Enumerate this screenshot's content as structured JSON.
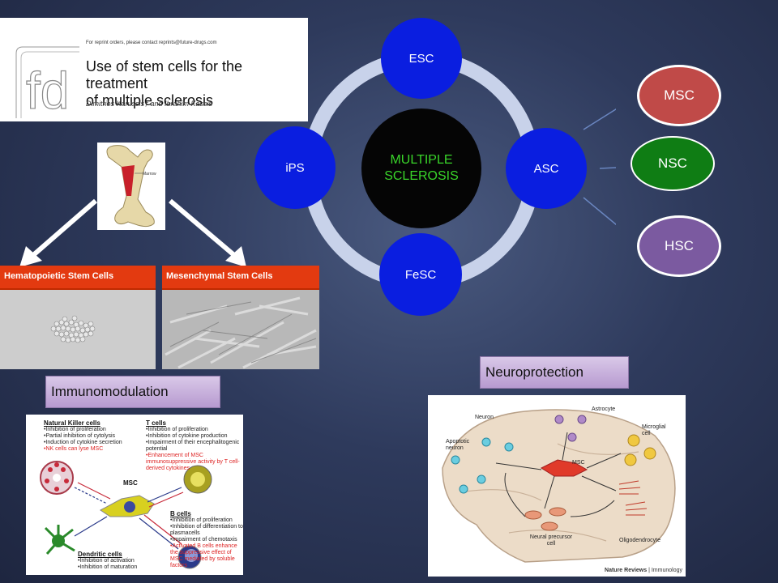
{
  "paper": {
    "reprint": "For reprint orders, please contact reprints@future-drugs.com",
    "title_line1": "Use of stem cells for the treatment",
    "title_line2": "of multiple sclerosis",
    "authors": "Dimitrios Karussis† and Ibrahim Kassis",
    "logo_text": "fd"
  },
  "bone": {
    "label": "Marrow"
  },
  "cells": {
    "hsc_label": "Hematopoietic Stem Cells",
    "msc_label": "Mesenchymal Stem Cells"
  },
  "cycle": {
    "center": "MULTIPLE SCLEROSIS",
    "top": "ESC",
    "right": "ASC",
    "bottom": "FeSC",
    "left": "iPS"
  },
  "branches": {
    "msc": "MSC",
    "nsc": "NSC",
    "hsc": "HSC"
  },
  "immuno": {
    "title": "Immunomodulation",
    "nk_title": "Natural Killer cells",
    "nk_items": [
      "•Inhibition of proliferation",
      "•Partial inhibition of cytolysis",
      "•Induction of cytokine secretion"
    ],
    "nk_red": "•NK cells can lyse MSC",
    "t_title": "T cells",
    "t_items": [
      "•Inhibition of proliferation",
      "•Inhibition of cytokine production",
      "•Impairment of their encephalitogenic potential"
    ],
    "t_red": "•Enhancement of MSC immunosuppressive activity by T cell-derived cytokines",
    "msc": "MSC",
    "b_title": "B cells",
    "b_items": [
      "•Inhibition of proliferation",
      "•Inhibition of differentiation to plasmacells",
      "•Impairment of chemotaxis"
    ],
    "b_red": "•Activated B cells enhance the suppressive effect of MSC mediated by soluble factors",
    "dc_title": "Dendritic cells",
    "dc_items": [
      "•Inhibition of activation",
      "•Inhibition of maturation"
    ]
  },
  "neuro": {
    "title": "Neuroprotection",
    "astrocyte": "Astrocyte",
    "neuron": "Neuron",
    "microglial": "Microglial cell",
    "apoptotic": "Apoptotic neuron",
    "msc": "MSC",
    "oligo": "Oligodendrocyte",
    "npc": "Neural precursor cell",
    "credit_bold": "Nature Reviews",
    "credit_rest": " | Immunology"
  },
  "colors": {
    "blue_node": "#0a1ee0",
    "center_node": "#050505",
    "center_text": "#39d52a",
    "msc": "#c04a48",
    "nsc": "#0f7d14",
    "hsc": "#7b5aa0",
    "label_red": "#e33a10",
    "ring": "#c8d2ea"
  }
}
